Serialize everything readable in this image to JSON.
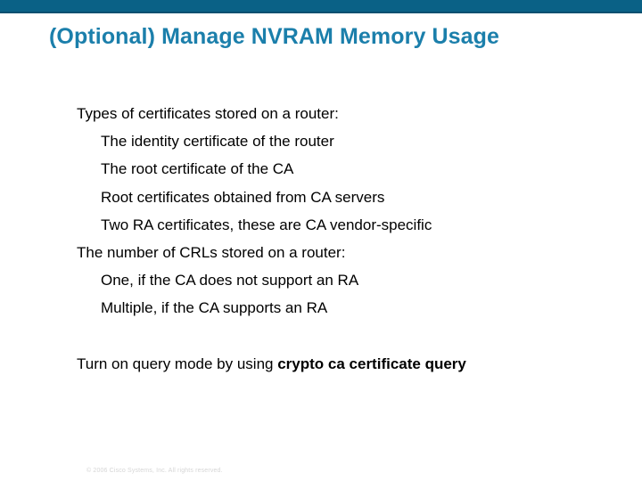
{
  "slide": {
    "title": "(Optional) Manage NVRAM Memory Usage",
    "title_color": "#1b7fab",
    "bar_color": "#0a6186",
    "body_color": "#000000",
    "background_color": "#ffffff",
    "bullets": [
      {
        "level": 1,
        "text": "Types of certificates stored on a router:"
      },
      {
        "level": 2,
        "text": "The identity certificate of the router"
      },
      {
        "level": 2,
        "text": "The root certificate of the CA"
      },
      {
        "level": 2,
        "text": "Root certificates obtained from CA servers"
      },
      {
        "level": 2,
        "text": "Two RA certificates, these are CA vendor-specific"
      },
      {
        "level": 1,
        "text": "The number of CRLs stored on a router:"
      },
      {
        "level": 2,
        "text": "One, if the CA does not support an RA"
      },
      {
        "level": 2,
        "text": "Multiple, if the CA supports an RA"
      }
    ],
    "closing": {
      "prefix": "Turn on query mode by using ",
      "command": "crypto ca certificate query"
    }
  },
  "footer": {
    "copyright": "© 2006 Cisco Systems, Inc. All rights reserved."
  }
}
